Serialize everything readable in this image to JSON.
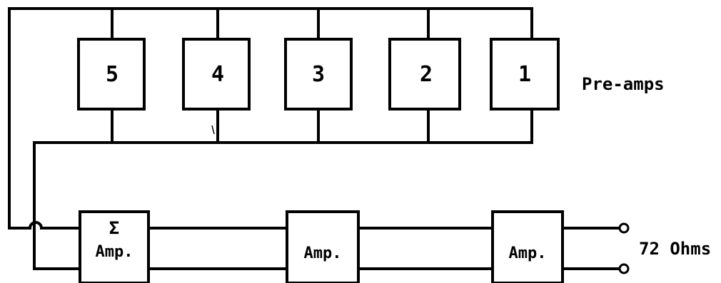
{
  "preamps": {
    "labels": [
      "5",
      "4",
      "3",
      "2",
      "1"
    ],
    "caption": "Pre-amps"
  },
  "amplifiers": {
    "summing_symbol": "Σ",
    "summing_label": "Amp.",
    "amp2_label": "Amp.",
    "amp3_label": "Amp."
  },
  "output": {
    "label": "72 Ohms"
  }
}
